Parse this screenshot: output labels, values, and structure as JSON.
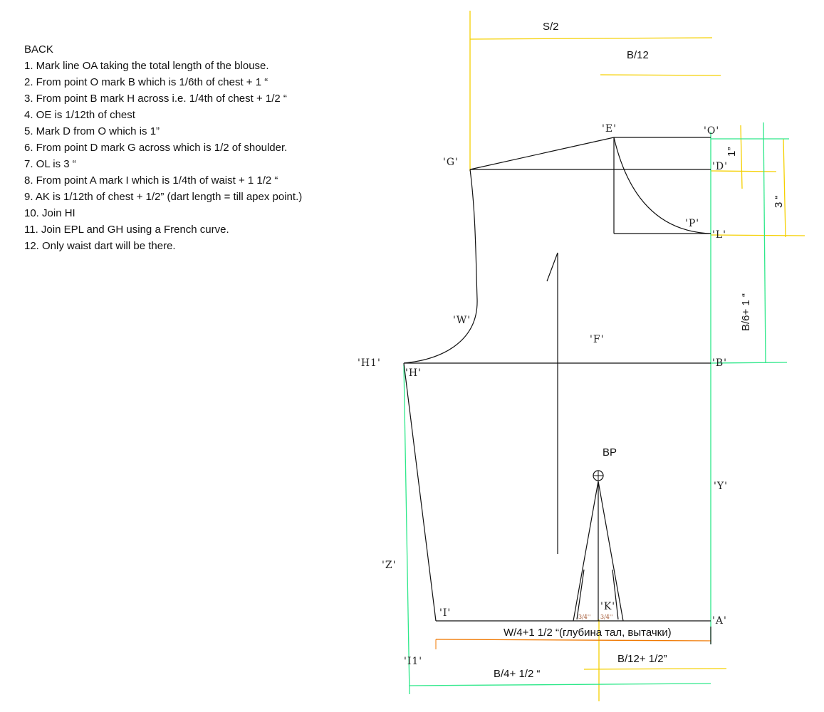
{
  "instructions": {
    "heading": "BACK",
    "steps": [
      "1. Mark line OA taking the total length of the blouse.",
      "2. From point O mark B which is 1/6th of chest + 1 “",
      "3. From point B mark H across i.e. 1/4th of chest + 1/2 “",
      "4. OE is 1/12th of chest",
      "5. Mark D from O which is 1”",
      "6. From point D mark G across which is 1/2 of shoulder.",
      "7. OL is 3 “",
      "8. From point A mark I which is 1/4th of waist + 1 1/2 “",
      "9. AK is 1/12th of chest + 1/2” (dart length = till apex point.)",
      "10. Join HI",
      "11. Join EPL and GH using a French curve.",
      "12. Only waist dart will be there."
    ]
  },
  "points": {
    "E": "'E'",
    "O": "'O'",
    "G": "'G'",
    "D": "'D'",
    "P": "'P'",
    "L": "'L'",
    "W": "'W'",
    "F": "'F'",
    "H1": "'H1'",
    "H": "'H'",
    "B": "'B'",
    "Y": "'Y'",
    "Z": "'Z'",
    "I": "'I'",
    "K": "'K'",
    "A": "'A'",
    "I1": "'I1'"
  },
  "dimensions": {
    "s_half": "S/2",
    "b_12": "B/12",
    "one_inch": "1”",
    "three_inch": "3 “",
    "b6_plus1": "B/6+ 1 “",
    "bp": "BP",
    "dart_left": "3/4''",
    "dart_right": "3/4''",
    "waist": "W/4+1 1/2 “(глубина тал, вытачки)",
    "b12_half": "B/12+ 1/2”",
    "b4_half": "B/4+ 1/2 “"
  },
  "colors": {
    "guide_green": "#2ee88a",
    "guide_yellow": "#f5d000",
    "guide_orange": "#f07800",
    "line": "#111111"
  }
}
